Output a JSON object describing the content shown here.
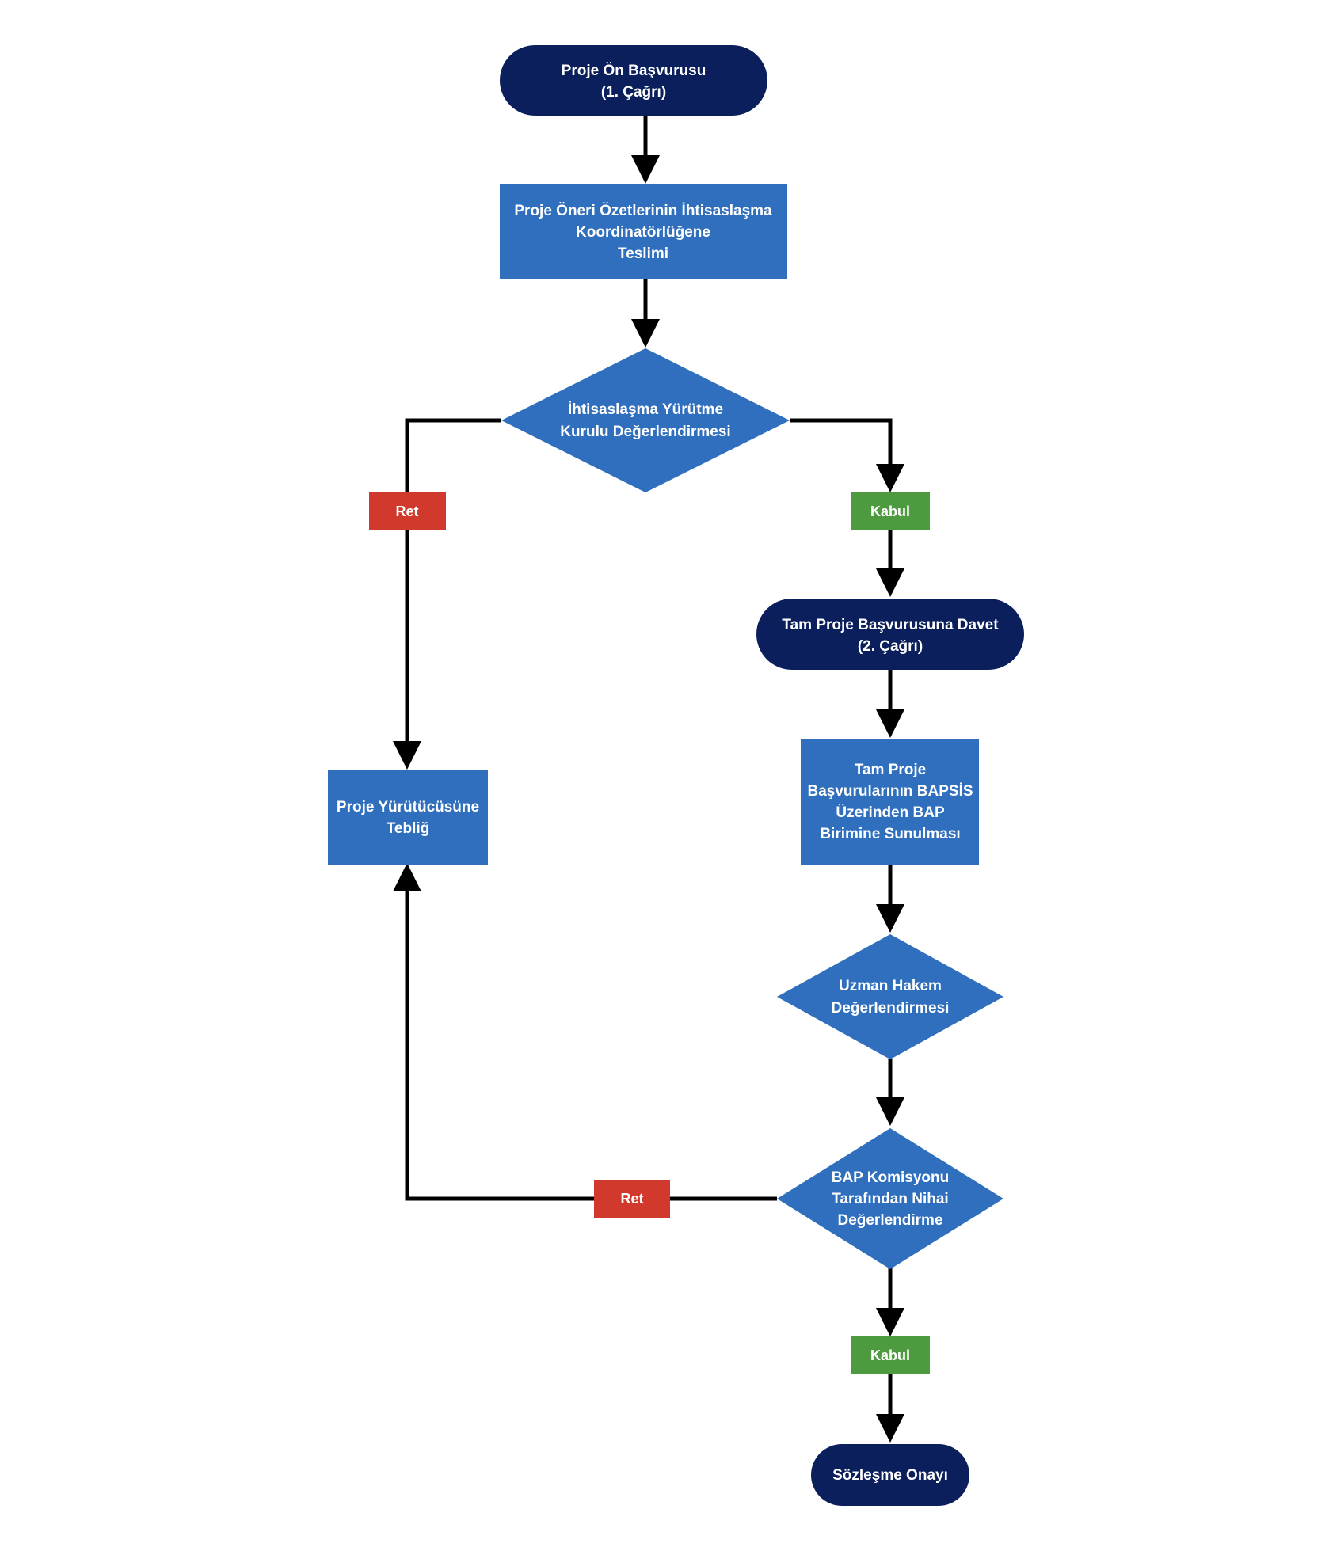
{
  "colors": {
    "terminal": "#0b1f5c",
    "process": "#2f6fbd",
    "decision": "#2f6fbd",
    "reject": "#d0392b",
    "accept": "#4e9a3f",
    "line": "#000000",
    "text": "#ffffff"
  },
  "nodes": {
    "start": {
      "line1": "Proje Ön Başvurusu",
      "line2": "(1. Çağrı)"
    },
    "submit_summaries": {
      "line1": "Proje Öneri Özetlerinin İhtisaslaşma",
      "line2": "Koordinatörlüğene",
      "line3": "Teslimi"
    },
    "committee_eval": {
      "line1": "İhtisaslaşma Yürütme",
      "line2": "Kurulu Değerlendirmesi"
    },
    "reject_1": {
      "label": "Ret"
    },
    "accept_1": {
      "label": "Kabul"
    },
    "invite_full": {
      "line1": "Tam Proje Başvurusuna Davet",
      "line2": "(2. Çağrı)"
    },
    "notify": {
      "line1": "Proje Yürütücüsüne",
      "line2": "Tebliğ"
    },
    "submit_full": {
      "line1": "Tam Proje",
      "line2": "Başvurularının BAPSİS",
      "line3": "Üzerinden BAP",
      "line4": "Birimine Sunulması"
    },
    "referee_eval": {
      "line1": "Uzman Hakem",
      "line2": "Değerlendirmesi"
    },
    "final_eval": {
      "line1": "BAP Komisyonu",
      "line2": "Tarafından Nihai",
      "line3": "Değerlendirme"
    },
    "reject_2": {
      "label": "Ret"
    },
    "accept_2": {
      "label": "Kabul"
    },
    "contract": {
      "label": "Sözleşme Onayı"
    }
  }
}
